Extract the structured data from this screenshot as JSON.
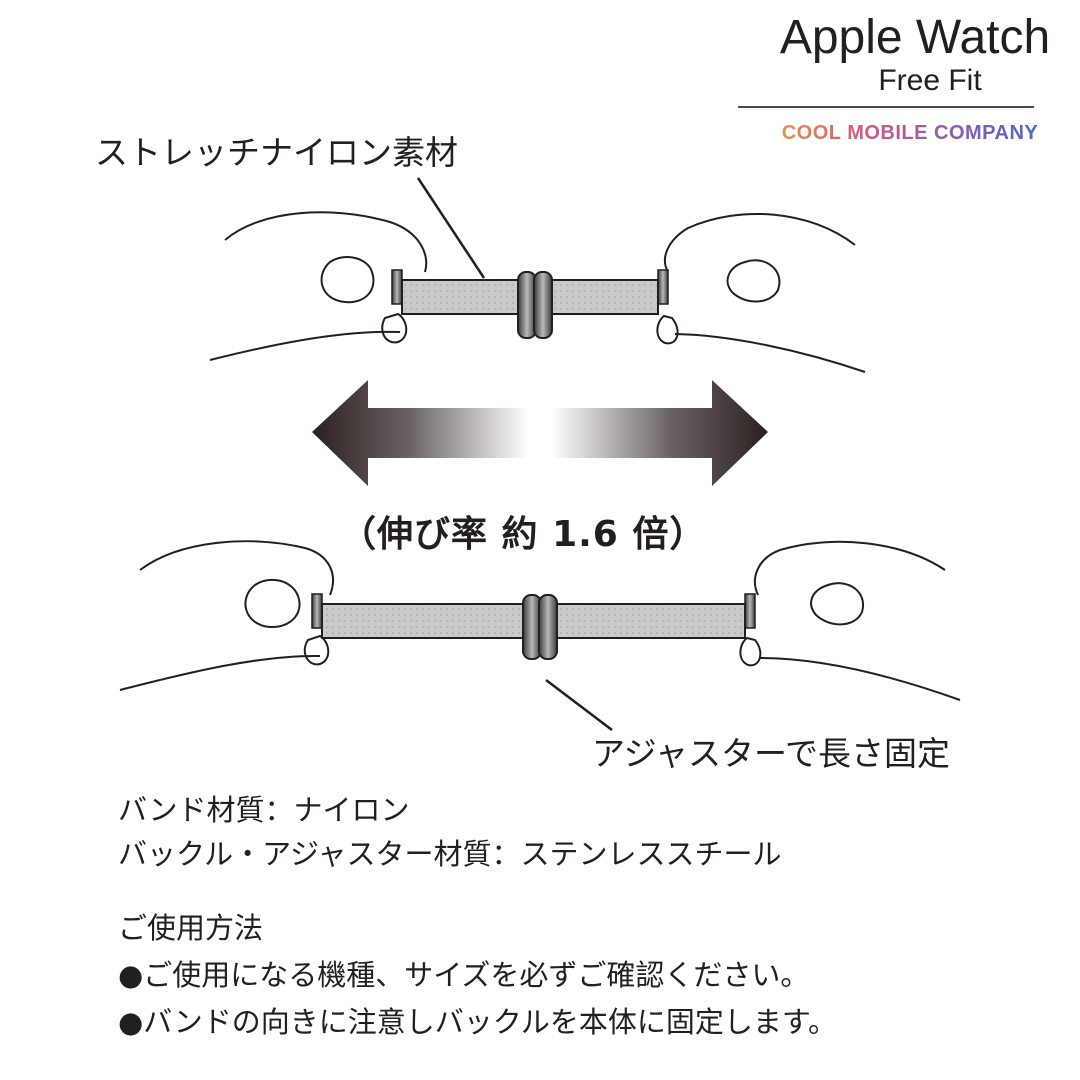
{
  "brand": {
    "title": "Apple Watch",
    "subtitle": "Free Fit",
    "company": "COOL MOBILE COMPANY"
  },
  "callouts": {
    "material": "ストレッチナイロン素材",
    "adjuster": "アジャスターで長さ固定"
  },
  "stretch_rate": "（伸び率 約 1.6 倍）",
  "specs": {
    "band_material": "バンド材質：ナイロン",
    "buckle_material": "バックル・アジャスター材質：ステンレススチール"
  },
  "usage": {
    "heading": "ご使用方法",
    "items": [
      "●ご使用になる機種、サイズを必ずご確認ください。",
      "●バンドの向きに注意しバックルを本体に固定します。"
    ]
  }
}
